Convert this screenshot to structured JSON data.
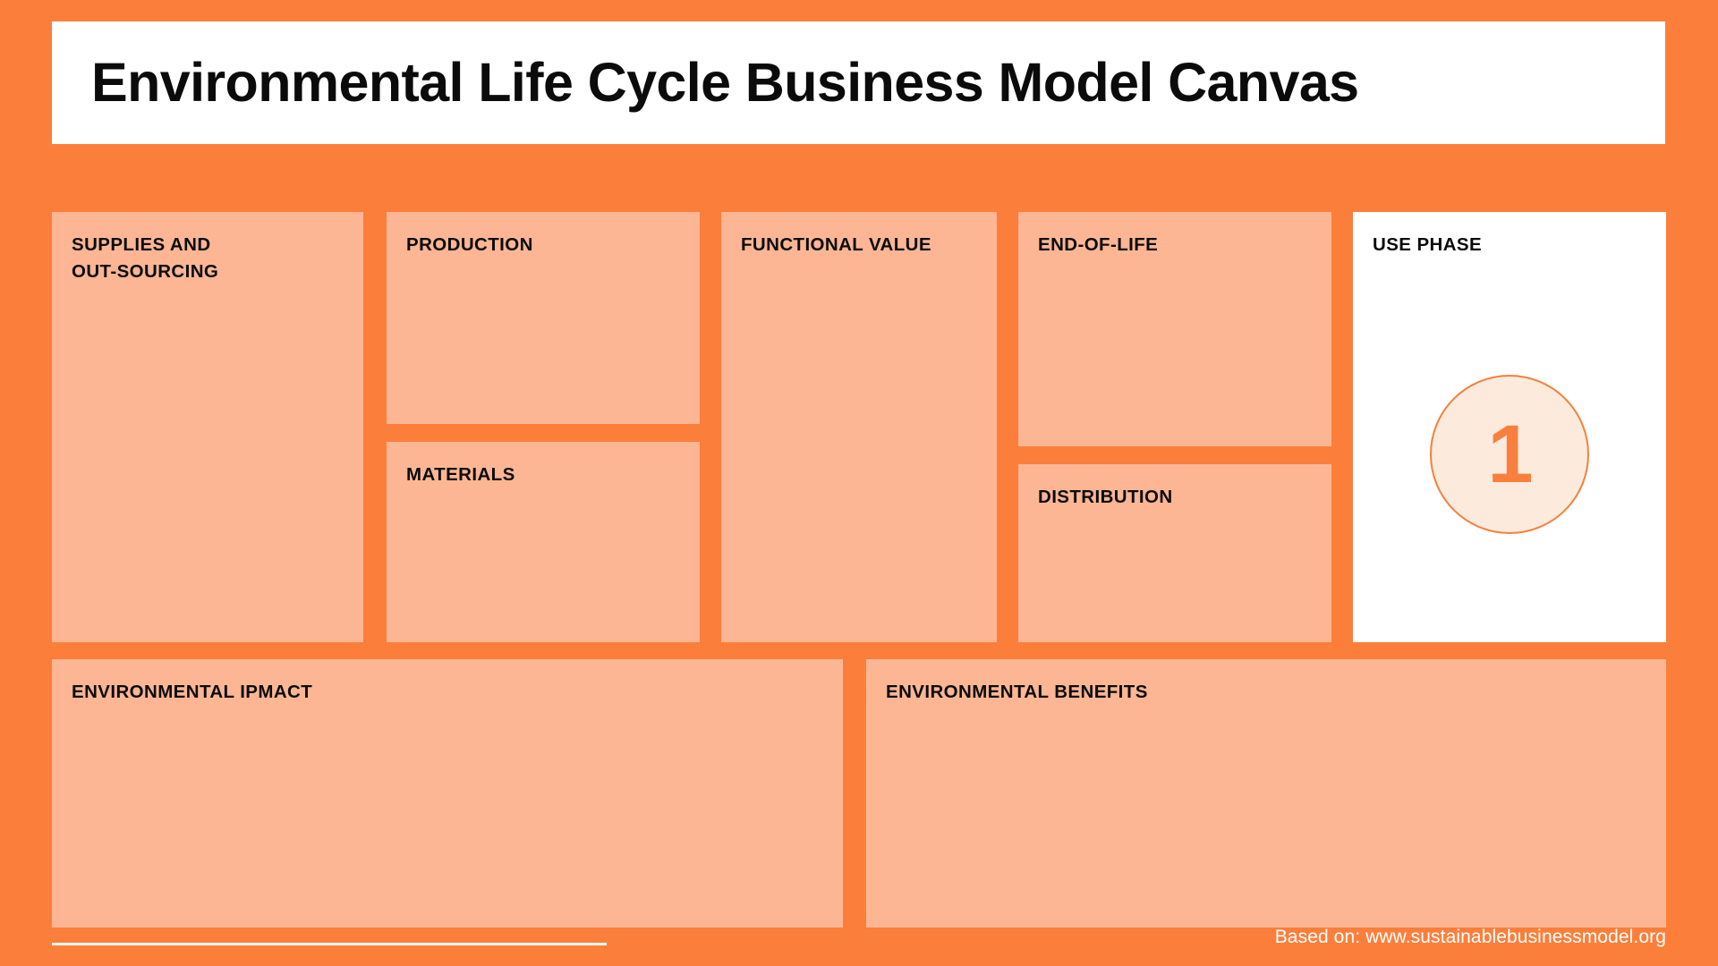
{
  "header": {
    "title": "Environmental Life Cycle Business Model Canvas"
  },
  "canvas": {
    "blocks": [
      {
        "key": "supplies",
        "label": "SUPPLIES AND\nOUT-SOURCING"
      },
      {
        "key": "production",
        "label": "PRODUCTION"
      },
      {
        "key": "materials",
        "label": "MATERIALS"
      },
      {
        "key": "functional",
        "label": "FUNCTIONAL VALUE"
      },
      {
        "key": "endoflife",
        "label": "END-OF-LIFE"
      },
      {
        "key": "distribution",
        "label": "DISTRIBUTION"
      },
      {
        "key": "usephase",
        "label": "USE PHASE"
      },
      {
        "key": "impact",
        "label": "ENVIRONMENTAL IPMACT"
      },
      {
        "key": "benefits",
        "label": "ENVIRONMENTAL BENEFITS"
      }
    ]
  },
  "use_phase": {
    "badge_number": "1"
  },
  "footer": {
    "credit": "Based on: www.sustainablebusinessmodel.org"
  },
  "colors": {
    "background_orange": "#FB7F3B",
    "block_peach": "#FCB694",
    "card_white": "#FFFFFF",
    "badge_fill": "#FCEBDD",
    "badge_ring": "#F4803C",
    "badge_number": "#F97F3F",
    "text_dark": "#0B0B0B"
  }
}
